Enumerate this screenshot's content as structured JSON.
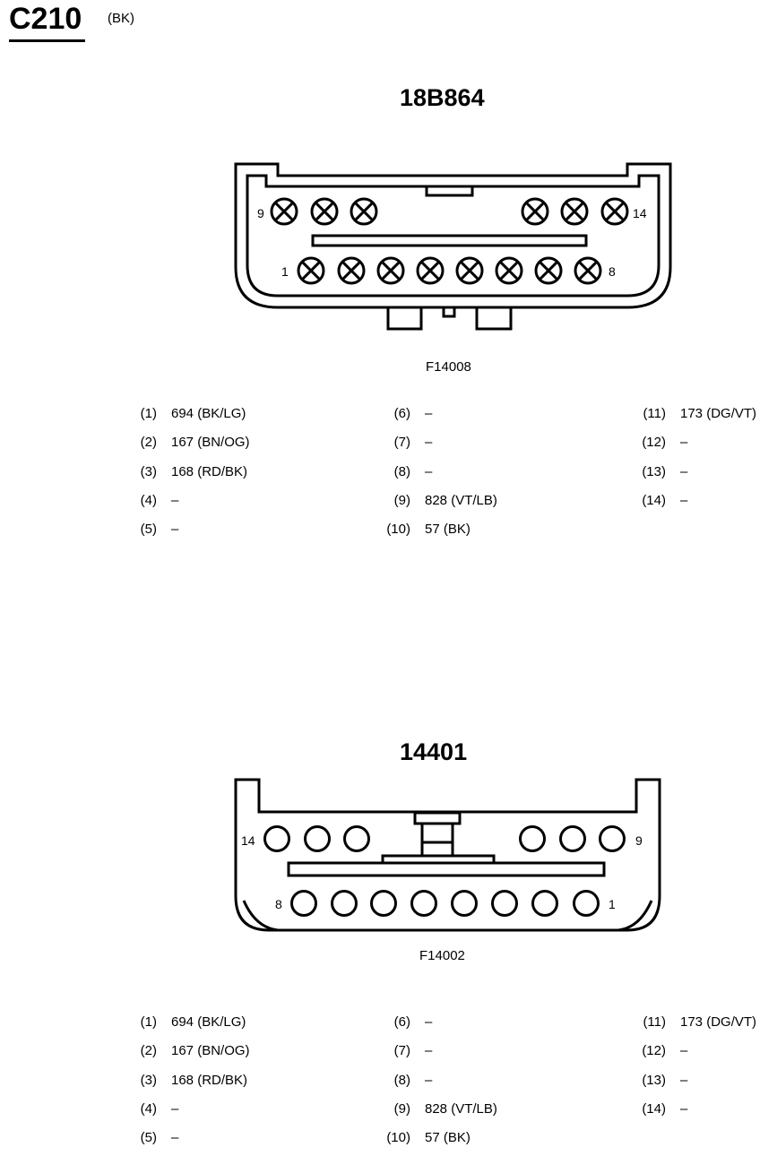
{
  "connector": {
    "title": "C210",
    "color_tag": "(BK)"
  },
  "top": {
    "part_number": "18B864",
    "figure_code": "F14008",
    "pin_labels": {
      "top_left": "9",
      "top_right": "14",
      "bottom_left": "1",
      "bottom_right": "8"
    },
    "columns": [
      [
        {
          "num": "(1)",
          "val": "694 (BK/LG)"
        },
        {
          "num": "(2)",
          "val": "167 (BN/OG)"
        },
        {
          "num": "(3)",
          "val": "168 (RD/BK)"
        },
        {
          "num": "(4)",
          "val": "–"
        },
        {
          "num": "(5)",
          "val": "–"
        }
      ],
      [
        {
          "num": "(6)",
          "val": "–"
        },
        {
          "num": "(7)",
          "val": "–"
        },
        {
          "num": "(8)",
          "val": "–"
        },
        {
          "num": "(9)",
          "val": "828 (VT/LB)"
        },
        {
          "num": "(10)",
          "val": "57 (BK)"
        }
      ],
      [
        {
          "num": "(11)",
          "val": "173 (DG/VT)"
        },
        {
          "num": "(12)",
          "val": "–"
        },
        {
          "num": "(13)",
          "val": "–"
        },
        {
          "num": "(14)",
          "val": "–"
        }
      ]
    ]
  },
  "bottom": {
    "part_number": "14401",
    "figure_code": "F14002",
    "pin_labels": {
      "top_left": "14",
      "top_right": "9",
      "bottom_left": "8",
      "bottom_right": "1"
    },
    "columns": [
      [
        {
          "num": "(1)",
          "val": "694 (BK/LG)"
        },
        {
          "num": "(2)",
          "val": "167 (BN/OG)"
        },
        {
          "num": "(3)",
          "val": "168 (RD/BK)"
        },
        {
          "num": "(4)",
          "val": "–"
        },
        {
          "num": "(5)",
          "val": "–"
        }
      ],
      [
        {
          "num": "(6)",
          "val": "–"
        },
        {
          "num": "(7)",
          "val": "–"
        },
        {
          "num": "(8)",
          "val": "–"
        },
        {
          "num": "(9)",
          "val": "828 (VT/LB)"
        },
        {
          "num": "(10)",
          "val": "57 (BK)"
        }
      ],
      [
        {
          "num": "(11)",
          "val": "173 (DG/VT)"
        },
        {
          "num": "(12)",
          "val": "–"
        },
        {
          "num": "(13)",
          "val": "–"
        },
        {
          "num": "(14)",
          "val": "–"
        }
      ]
    ]
  }
}
